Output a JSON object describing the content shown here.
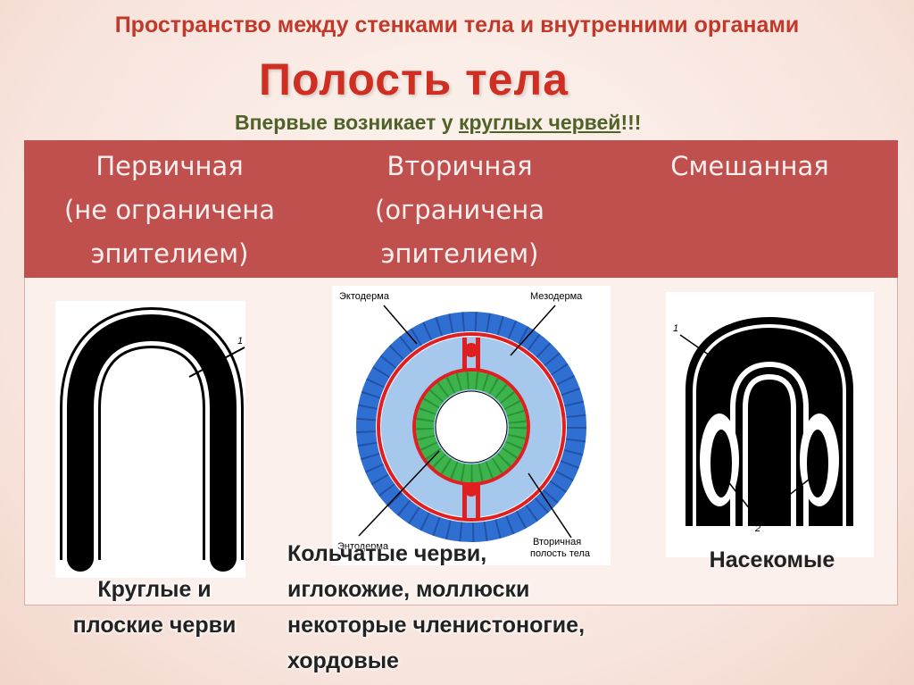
{
  "header": {
    "top_title": "Пространство между стенками тела и внутренними органами",
    "main_title": "Полость тела",
    "subtitle_prefix": "Впервые возникает у ",
    "subtitle_link": "круглых червей",
    "subtitle_suffix": "!!!"
  },
  "types": [
    {
      "line1": "Первичная",
      "line2": "(не ограничена",
      "line3": "эпителием)"
    },
    {
      "line1": "Вторичная",
      "line2": "(ограничена",
      "line3": "эпителием)"
    },
    {
      "line1": "Смешанная",
      "line2": "",
      "line3": ""
    }
  ],
  "figures": {
    "primary_marker": "1",
    "secondary_labels": {
      "ectoderm": "Эктодерма",
      "mesoderm": "Мезодерма",
      "endoderm": "Энтодерма",
      "cavity_line1": "Вторичная",
      "cavity_line2": "полость тела"
    },
    "mixed_marker1": "1",
    "mixed_marker2": "2"
  },
  "captions": {
    "primary_line1": "Круглые и",
    "primary_line2": "плоские черви",
    "secondary_line1": "Кольчатые черви,",
    "secondary_line2": "иглокожие, моллюски",
    "secondary_line3": "некоторые членистоногие,",
    "secondary_line4": "хордовые",
    "mixed": "Насекомые"
  },
  "colors": {
    "title_red": "#c0392b",
    "header_band": "#c0504d",
    "subtitle_green": "#4f6228",
    "ectoderm_blue": "#2f6fd1",
    "cavity_blue": "#a6c8ec",
    "mesoderm_red": "#e02020",
    "endoderm_green": "#3cb44b"
  }
}
